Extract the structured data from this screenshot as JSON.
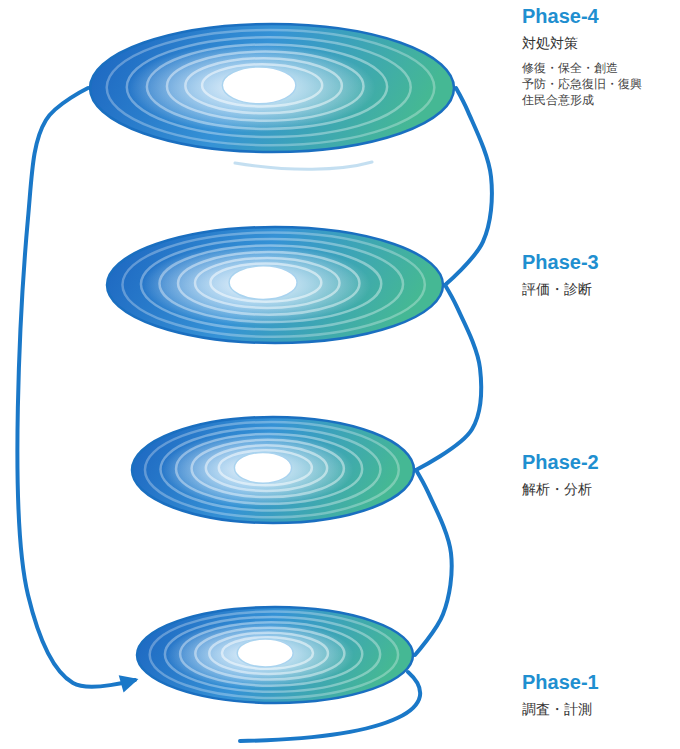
{
  "diagram": {
    "nodes": [
      {
        "text": [
          "Phase-4",
          "対処対策",
          "修復・保全・創造",
          "予防・応急復旧・復興",
          "住民合意形成"
        ]
      },
      {
        "text": [
          "Phase-3",
          "評価・診断"
        ]
      },
      {
        "text": [
          "Phase-2",
          "解析・分析"
        ]
      },
      {
        "text": [
          "Phase-1",
          "調査・計測"
        ]
      }
    ],
    "edges": [
      {
        "from": 3,
        "to": 2,
        "arrow": "none"
      },
      {
        "from": 2,
        "to": 1,
        "arrow": "none"
      },
      {
        "from": 1,
        "to": 0,
        "arrow": "none"
      },
      {
        "from": 0,
        "to": 3,
        "arrow": "to"
      }
    ]
  }
}
